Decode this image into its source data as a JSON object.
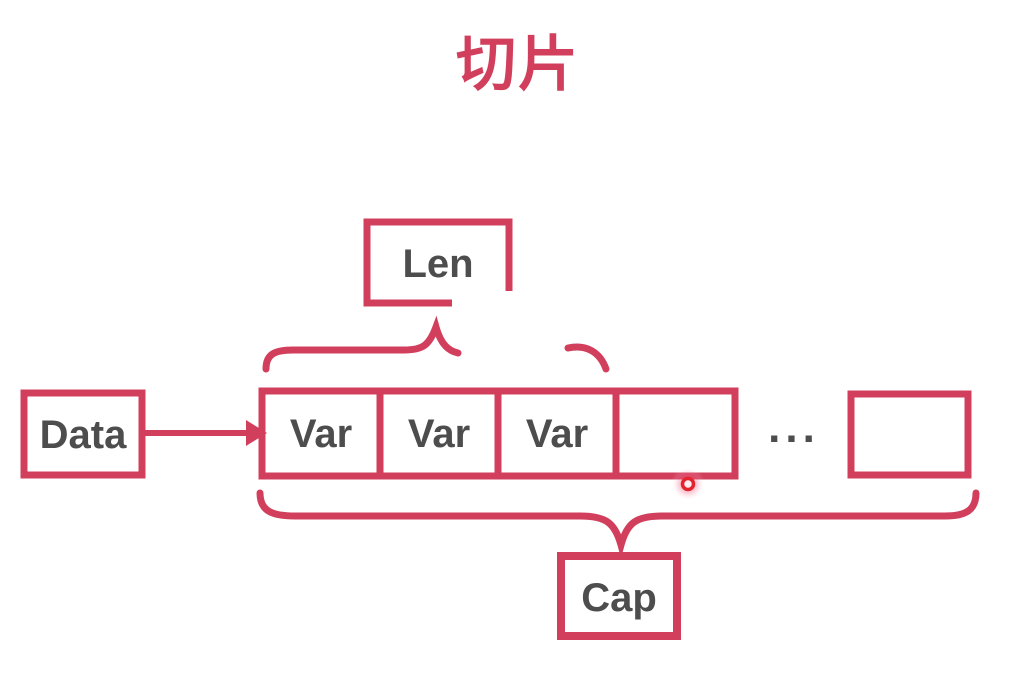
{
  "title": "切片",
  "colors": {
    "accent": "#d23f5c",
    "label_text": "#4d4d4d",
    "laser_ring": "#e2242f",
    "background": "#ffffff"
  },
  "diagram": {
    "len_label": "Len",
    "cap_label": "Cap",
    "data_label": "Data",
    "cells": [
      {
        "label": "Var"
      },
      {
        "label": "Var"
      },
      {
        "label": "Var"
      },
      {
        "label": ""
      }
    ],
    "ellipsis": "...",
    "tail_cell_label": ""
  }
}
